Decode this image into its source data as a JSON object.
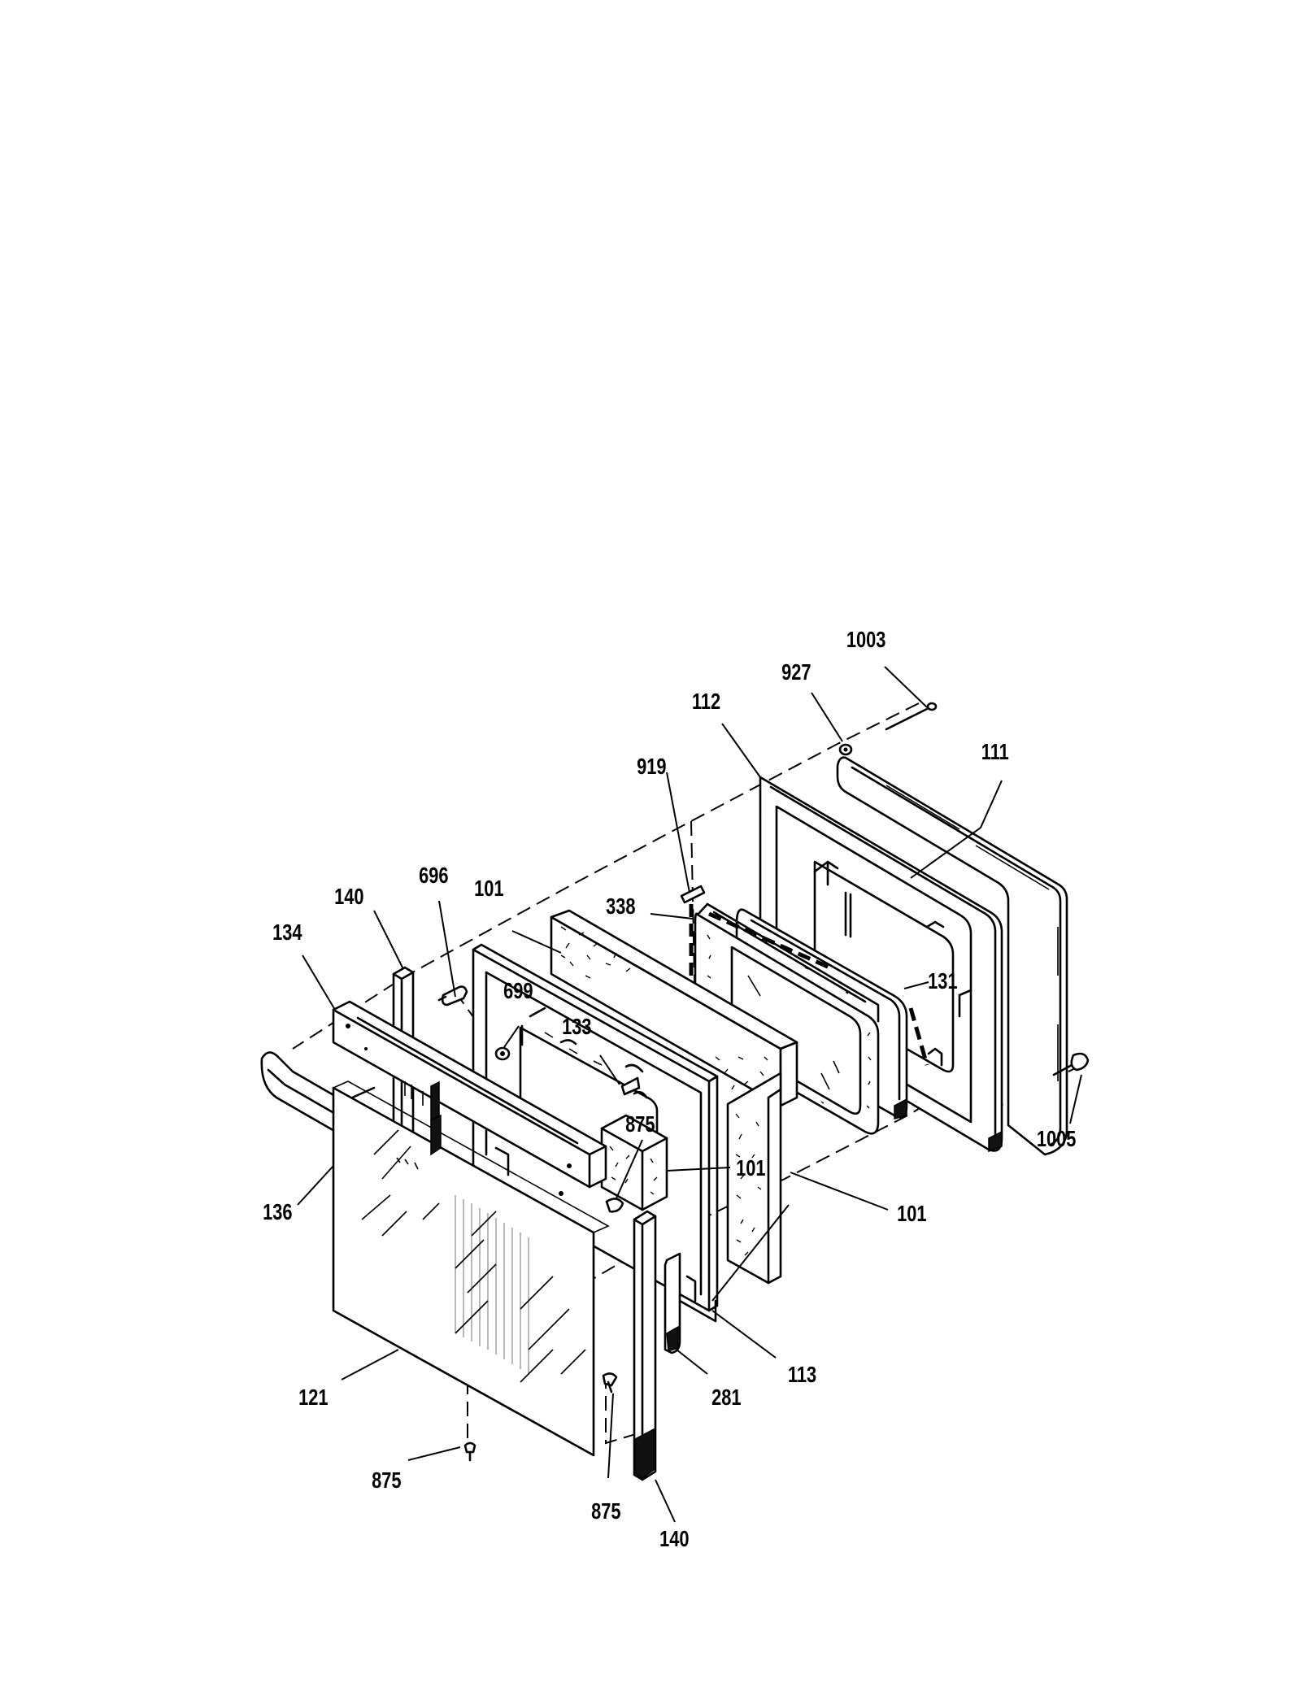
{
  "labels": [
    {
      "id": "l1003",
      "text": "1003"
    },
    {
      "id": "l927",
      "text": "927"
    },
    {
      "id": "l112",
      "text": "112"
    },
    {
      "id": "l111",
      "text": "111"
    },
    {
      "id": "l919",
      "text": "919"
    },
    {
      "id": "l696",
      "text": "696"
    },
    {
      "id": "l101a",
      "text": "101"
    },
    {
      "id": "l140a",
      "text": "140"
    },
    {
      "id": "l338",
      "text": "338"
    },
    {
      "id": "l134",
      "text": "134"
    },
    {
      "id": "l699",
      "text": "699"
    },
    {
      "id": "l131",
      "text": "131"
    },
    {
      "id": "l133",
      "text": "133"
    },
    {
      "id": "l875a",
      "text": "875"
    },
    {
      "id": "l1005",
      "text": "1005"
    },
    {
      "id": "l101b",
      "text": "101"
    },
    {
      "id": "l136",
      "text": "136"
    },
    {
      "id": "l101c",
      "text": "101"
    },
    {
      "id": "l113",
      "text": "113"
    },
    {
      "id": "l281",
      "text": "281"
    },
    {
      "id": "l121",
      "text": "121"
    },
    {
      "id": "l875b",
      "text": "875"
    },
    {
      "id": "l875c",
      "text": "875"
    },
    {
      "id": "l140b",
      "text": "140"
    }
  ]
}
